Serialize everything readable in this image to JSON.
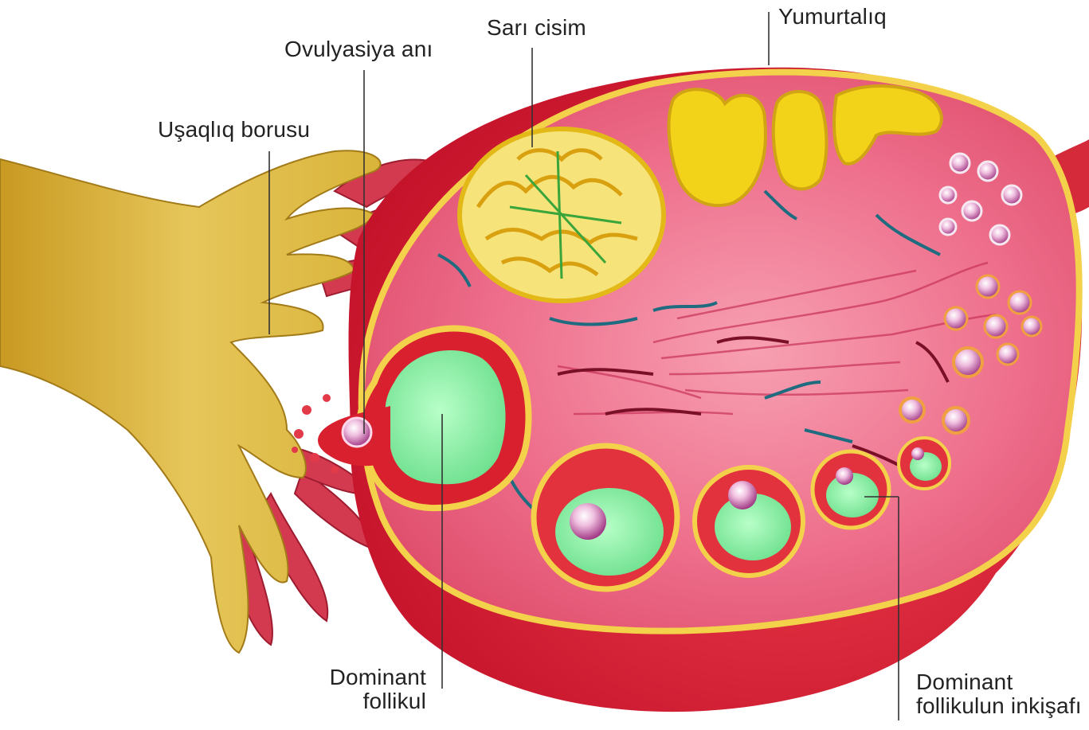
{
  "labels": {
    "corpus_luteum": "Sarı cisim",
    "ovary": "Yumurtalıq",
    "ovulation": "Ovulyasiya anı",
    "fallopian_tube": "Uşaqlıq borusu",
    "dominant_follicle_line1": "Dominant",
    "dominant_follicle_line2": "follikul",
    "development_line1": "Dominant",
    "development_line2": "follikulun inkişafı"
  },
  "colors": {
    "tube": "#d9b43a",
    "ovary_outer": "#e02a3c",
    "stroma": "#f06a86",
    "corpus_luteum": "#f3d31a",
    "follicle_fluid": "#8ef0a6",
    "leader_line": "#333333"
  }
}
